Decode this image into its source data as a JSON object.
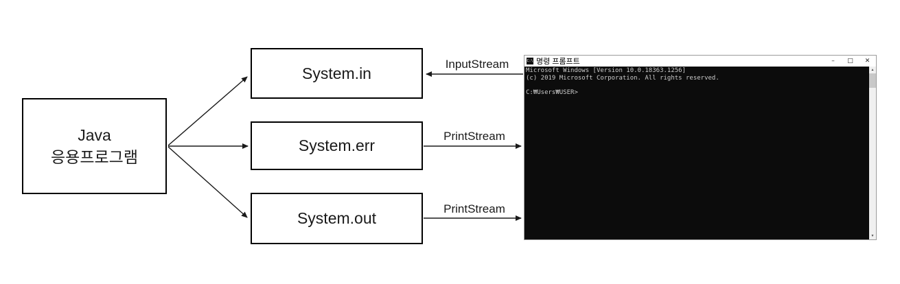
{
  "diagram": {
    "java_box": {
      "line1": "Java",
      "line2": "응용프로그램"
    },
    "system_boxes": [
      {
        "label": "System.in"
      },
      {
        "label": "System.err"
      },
      {
        "label": "System.out"
      }
    ],
    "stream_labels": [
      {
        "label": "InputStream"
      },
      {
        "label": "PrintStream"
      },
      {
        "label": "PrintStream"
      }
    ],
    "colors": {
      "line": "#1a1a1a",
      "box_border": "#000000",
      "box_fill": "#ffffff"
    }
  },
  "console": {
    "title": "명령 프롬프트",
    "window_controls": {
      "minimize": "–",
      "maximize": "□",
      "close": "✕"
    },
    "lines": [
      "Microsoft Windows [Version 10.0.18363.1256]",
      "(c) 2019 Microsoft Corporation. All rights reserved.",
      "",
      "C:₩Users₩USER>"
    ],
    "scrollbar_icons": {
      "up": "▲",
      "down": "▼"
    },
    "icon_label": "C:\\",
    "colors": {
      "background": "#0c0c0c",
      "text": "#cccccc",
      "titlebar": "#ffffff"
    }
  }
}
